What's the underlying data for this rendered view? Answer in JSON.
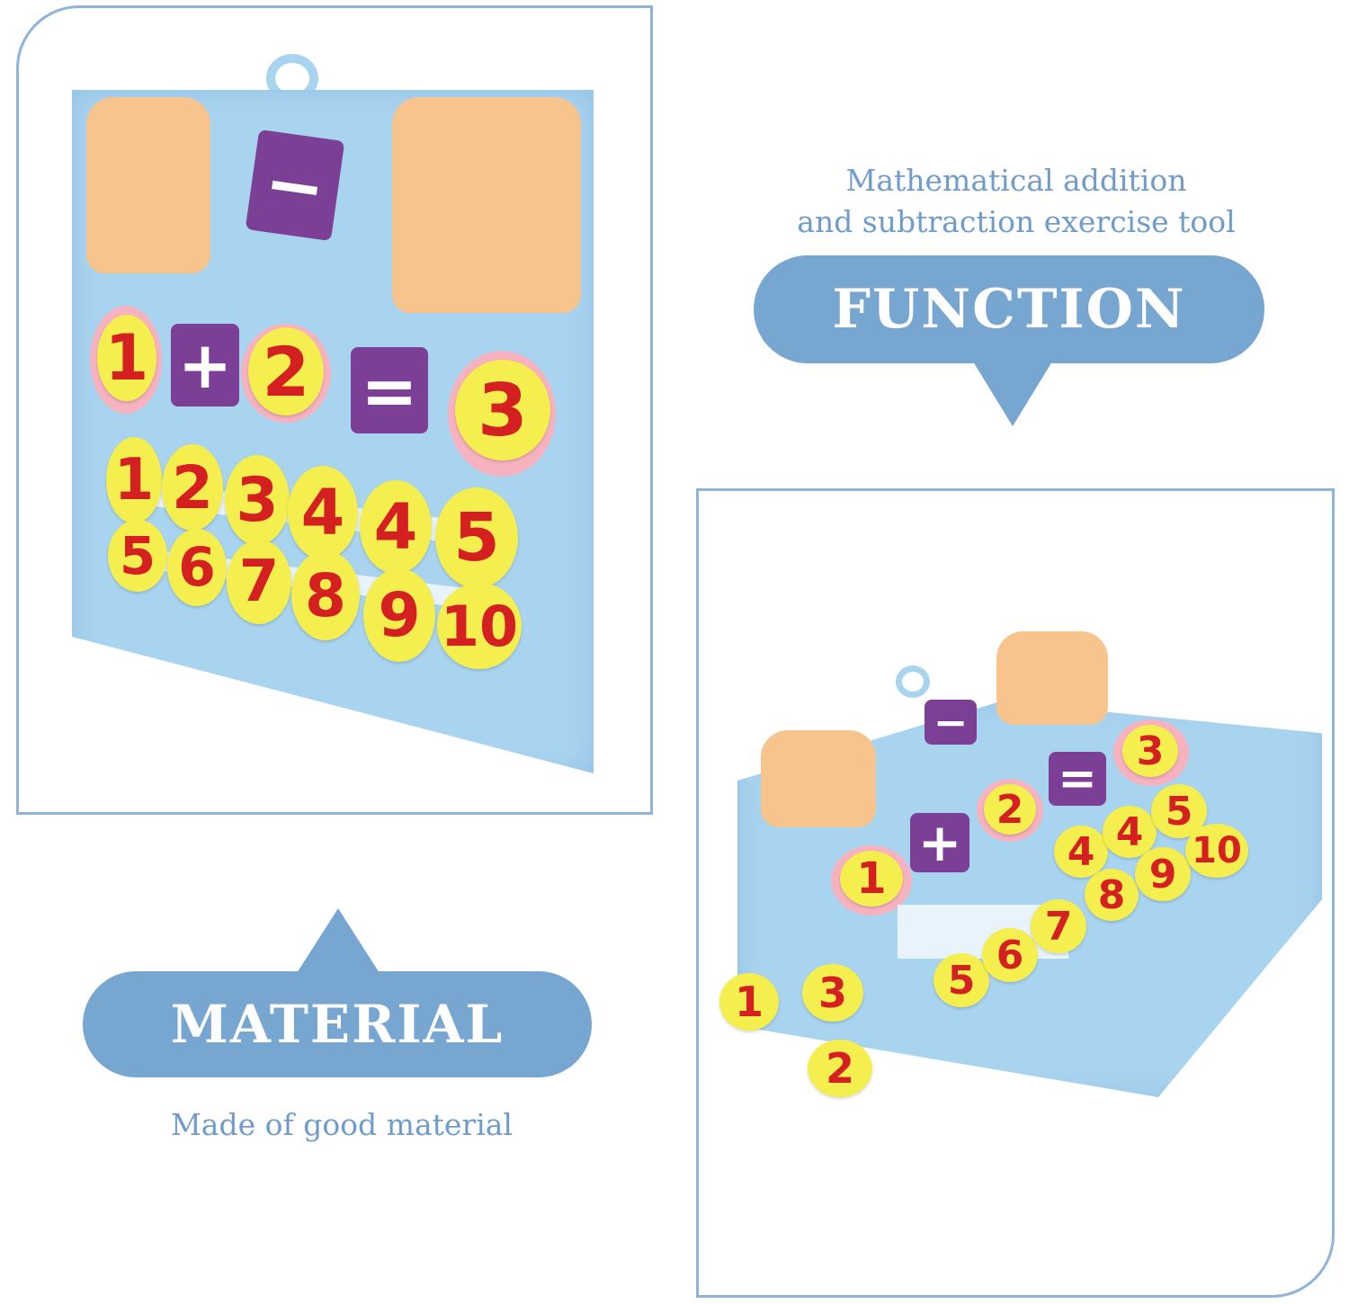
{
  "function": {
    "caption_line1": "Mathematical addition",
    "caption_line2": "and subtraction exercise tool",
    "label": "FUNCTION"
  },
  "material": {
    "label": "MATERIAL",
    "caption": "Made of good material"
  },
  "board1": {
    "operator_minus": "−",
    "equation": [
      "1",
      "+",
      "2",
      "=",
      "3"
    ],
    "row1": [
      "1",
      "2",
      "3",
      "4",
      "4",
      "5"
    ],
    "row2": [
      "5",
      "6",
      "7",
      "8",
      "9",
      "10"
    ]
  },
  "board2": {
    "operator_minus": "−",
    "eq_plus": "+",
    "eq_equals": "=",
    "eq_a": "1",
    "eq_b": "2",
    "eq_c": "3",
    "row_top": [
      "4",
      "4",
      "5"
    ],
    "row_mid": [
      "8",
      "9",
      "10"
    ],
    "row_bottom": [
      "5",
      "6",
      "7"
    ],
    "loose": [
      "1",
      "3",
      "2"
    ]
  },
  "colors": {
    "accent": "#77a6d1",
    "caption": "#6f9ccb",
    "frame": "#8fb3d9",
    "felt": "#a9d4f0",
    "disc": "#f4ef4e",
    "digit": "#d42020",
    "tile": "#7b3f96"
  }
}
